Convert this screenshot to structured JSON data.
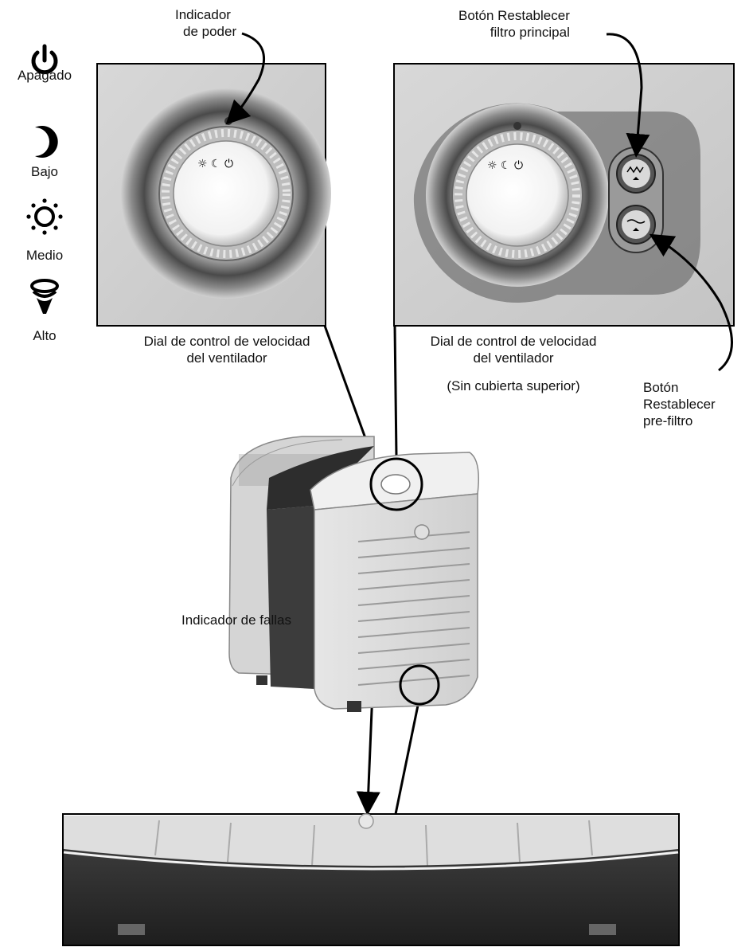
{
  "legend": {
    "items": [
      {
        "icon": "power-icon",
        "label": "Apagado"
      },
      {
        "icon": "moon-icon",
        "label": "Bajo"
      },
      {
        "icon": "sun-icon",
        "label": "Medio"
      },
      {
        "icon": "tornado-icon",
        "label": "Alto"
      }
    ]
  },
  "callouts": {
    "power_indicator": [
      "Indicador",
      "de poder"
    ],
    "main_filter_reset": [
      "Botón Restablecer",
      "filtro principal"
    ],
    "dial_caption_left": [
      "Dial de control de velocidad",
      "del ventilador"
    ],
    "dial_caption_right": [
      "Dial de control de velocidad",
      "del ventilador"
    ],
    "no_cover_note": "(Sin cubierta superior)",
    "prefilter_reset": [
      "Botón",
      "Restablecer",
      "pre-filtro"
    ],
    "fault_indicator": "Indicador de fallas"
  }
}
